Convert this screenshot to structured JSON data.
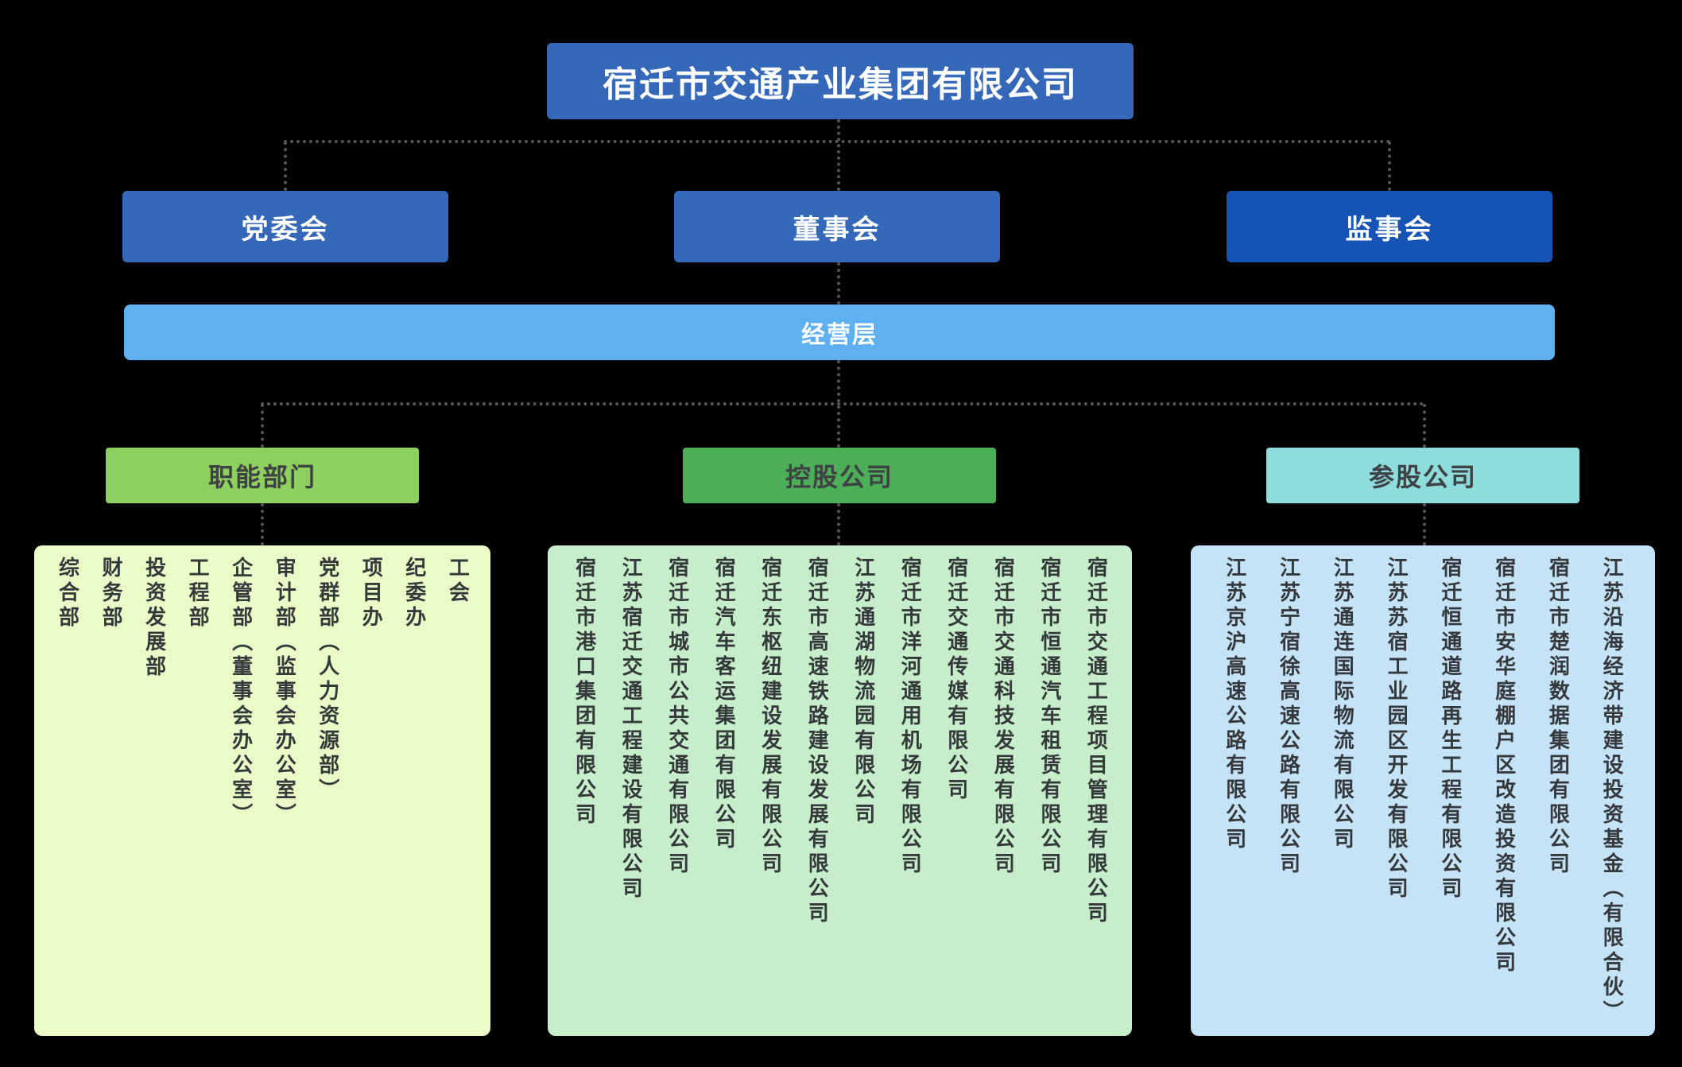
{
  "root": {
    "label": "宿迁市交通产业集团有限公司"
  },
  "governance": [
    {
      "label": "党委会"
    },
    {
      "label": "董事会"
    },
    {
      "label": "监事会"
    }
  ],
  "management": {
    "label": "经营层"
  },
  "groups": [
    {
      "header": "职能部门",
      "items": [
        "综合部",
        "财务部",
        "投资发展部",
        "工程部",
        "企管部（董事会办公室）",
        "审计部（监事会办公室）",
        "党群部（人力资源部）",
        "项目办",
        "纪委办",
        "工会"
      ]
    },
    {
      "header": "控股公司",
      "items": [
        "宿迁市港口集团有限公司",
        "江苏宿迁交通工程建设有限公司",
        "宿迁市城市公共交通有限公司",
        "宿迁汽车客运集团有限公司",
        "宿迁东枢纽建设发展有限公司",
        "宿迁市高速铁路建设发展有限公司",
        "江苏通湖物流园有限公司",
        "宿迁市洋河通用机场有限公司",
        "宿迁交通传媒有限公司",
        "宿迁市交通科技发展有限公司",
        "宿迁市恒通汽车租赁有限公司",
        "宿迁市交通工程项目管理有限公司"
      ]
    },
    {
      "header": "参股公司",
      "items": [
        "江苏京沪高速公路有限公司",
        "江苏宁宿徐高速公路有限公司",
        "江苏通连国际物流有限公司",
        "江苏苏宿工业园区开发有限公司",
        "宿迁恒通道路再生工程有限公司",
        "宿迁市安华庭棚户区改造投资有限公司",
        "宿迁市楚润数据集团有限公司",
        "江苏沿海经济带建设投资基金（有限合伙）"
      ]
    }
  ],
  "colors": {
    "primary_blue": "#3568b8",
    "supervisory_blue": "#1553b5",
    "management_blue": "#5fb0f0",
    "functional_header_green": "#8ed05e",
    "holding_header_green": "#4cae57",
    "participating_header_teal": "#8edcdc",
    "functional_panel_bg": "#eafbc7",
    "holding_panel_bg": "#c6eecb",
    "participating_panel_bg": "#c5e3f7",
    "connector_gray": "#565656",
    "dark_text": "#3f4245",
    "background": "#000000"
  }
}
